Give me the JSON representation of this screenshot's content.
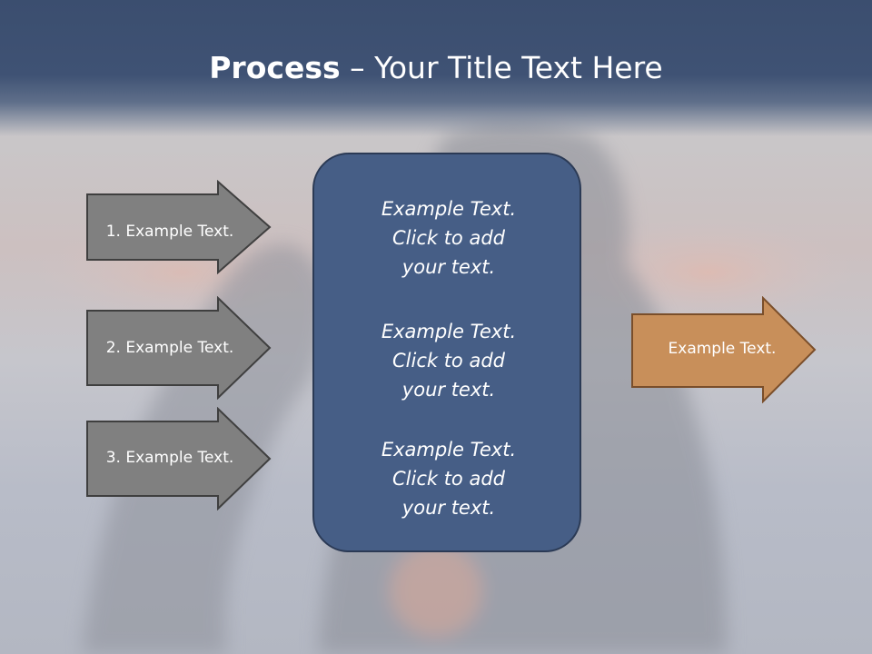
{
  "title": {
    "bold": "Process",
    "rest": " – Your Title Text Here"
  },
  "inputs": [
    {
      "label": "1. Example Text."
    },
    {
      "label": "2. Example Text."
    },
    {
      "label": "3. Example Text."
    }
  ],
  "center_blocks": [
    {
      "line1": "Example Text.",
      "line2": "Click  to add",
      "line3": "your text."
    },
    {
      "line1": "Example Text.",
      "line2": "Click  to add",
      "line3": "your text."
    },
    {
      "line1": "Example Text.",
      "line2": "Click  to add",
      "line3": "your text."
    }
  ],
  "output": {
    "label": "Example Text."
  },
  "colors": {
    "header": "#3f5274",
    "input_arrow": "#808080",
    "center_box": "#465e86",
    "output_arrow": "#c88f5a"
  }
}
